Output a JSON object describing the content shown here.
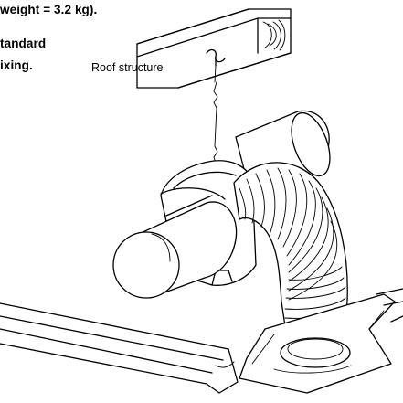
{
  "captions": {
    "line1": "weight = 3.2 kg).",
    "line2": "tandard",
    "line3": "ixing.",
    "roof_label": "Roof structure"
  },
  "colors": {
    "line": "#000000",
    "background": "#ffffff"
  }
}
